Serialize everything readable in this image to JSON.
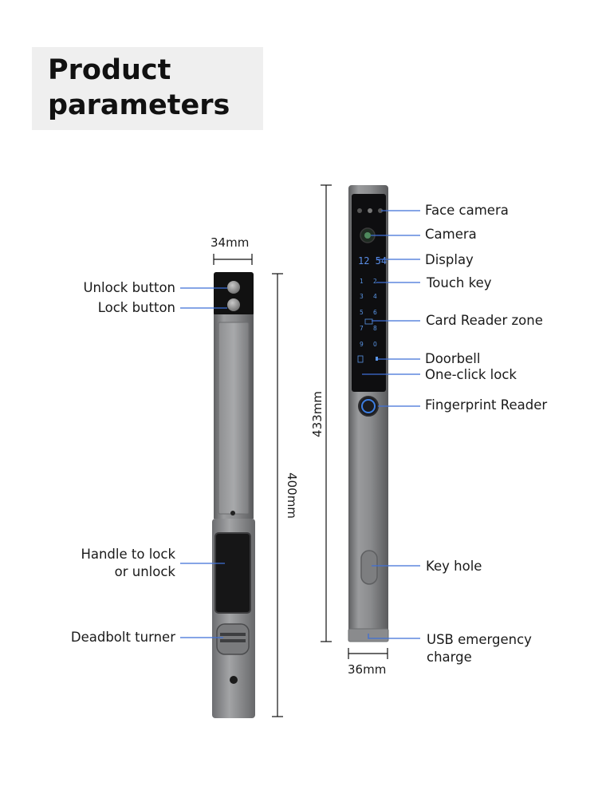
{
  "title": "Product\nparameters",
  "dimensions": {
    "left_width": "34mm",
    "left_height": "400mm",
    "right_height": "433mm",
    "right_width": "36mm"
  },
  "left_labels": {
    "unlock_button": "Unlock button",
    "lock_button": "Lock button",
    "handle_line1": "Handle to lock",
    "handle_line2": "or unlock",
    "deadbolt": "Deadbolt turner"
  },
  "right_labels": {
    "face_camera": "Face camera",
    "camera": "Camera",
    "display": "Display",
    "touch_key": "Touch key",
    "card_reader": "Card Reader zone",
    "doorbell": "Doorbell",
    "one_click_lock": "One-click lock",
    "fingerprint": "Fingerprint Reader",
    "key_hole": "Key hole",
    "usb_line1": "USB emergency",
    "usb_line2": "charge"
  },
  "display_screen": {
    "time": "12 54",
    "keys": [
      "1",
      "2",
      "3",
      "4",
      "5",
      "6",
      "7",
      "8",
      "9",
      "0"
    ]
  },
  "colors": {
    "leader_line": "#3f6fd6",
    "body_metal": "#8a8b8d",
    "panel_black": "#0e0e10",
    "key_glow": "#4d8fe0"
  }
}
